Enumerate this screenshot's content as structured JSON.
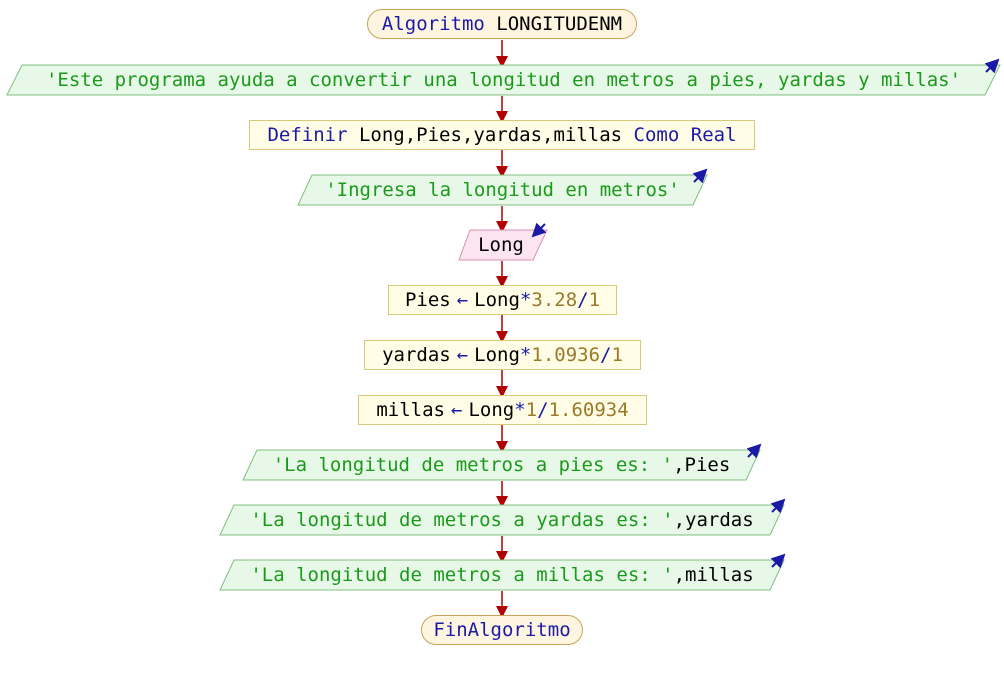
{
  "diagram": {
    "start": {
      "keyword": "Algoritmo",
      "name": "LONGITUDENM"
    },
    "intro": "'Este programa ayuda a convertir una longitud en metros a pies, yardas y millas'",
    "define": {
      "keyword": "Definir",
      "vars": "Long,Pies,yardas,millas",
      "como": "Como",
      "type": "Real"
    },
    "prompt": "'Ingresa la longitud en metros'",
    "read_var": "Long",
    "assign1": {
      "target": "Pies",
      "src": "Long",
      "op1": "*",
      "n1": "3.28",
      "op2": "/",
      "n2": "1"
    },
    "assign2": {
      "target": "yardas",
      "src": "Long",
      "op1": "*",
      "n1": "1.0936",
      "op2": "/",
      "n2": "1"
    },
    "assign3": {
      "target": "millas",
      "src": "Long",
      "op1": "*",
      "n1": "1",
      "op2": "/",
      "n2": "1.60934"
    },
    "out1": {
      "text": "'La longitud de metros a pies es: '",
      "sep": ",",
      "var": "Pies"
    },
    "out2": {
      "text": "'La longitud de metros a yardas es: '",
      "sep": ",",
      "var": "yardas"
    },
    "out3": {
      "text": "'La longitud de metros a millas es: '",
      "sep": ",",
      "var": "millas"
    },
    "end": "FinAlgoritmo",
    "colors": {
      "keyword": "#1a1aa6",
      "string": "#1a9a1a",
      "number": "#9a7a2a",
      "output_fill": "#e8f8e8",
      "output_stroke": "#7fbf7f",
      "input_fill": "#fce4f0",
      "input_stroke": "#d890b0",
      "connector": "#b00000"
    }
  }
}
